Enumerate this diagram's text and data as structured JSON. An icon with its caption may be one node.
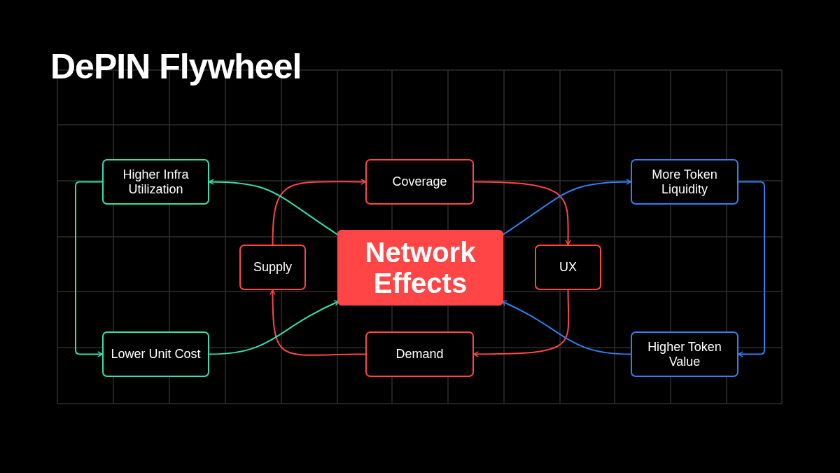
{
  "diagram": {
    "title": "DePIN Flywheel",
    "nodes": [
      {
        "text": [
          "Higher Infra Utilization"
        ]
      },
      {
        "text": [
          "Coverage"
        ]
      },
      {
        "text": [
          "More Token Liquidity"
        ]
      },
      {
        "text": [
          "Supply"
        ]
      },
      {
        "text": [
          "Network Effects"
        ]
      },
      {
        "text": [
          "UX"
        ]
      },
      {
        "text": [
          "Lower Unit Cost"
        ]
      },
      {
        "text": [
          "Demand"
        ]
      },
      {
        "text": [
          "Higher Token Value"
        ]
      }
    ],
    "edges": [
      {
        "from": 3,
        "to": 1,
        "arrow": "to"
      },
      {
        "from": 1,
        "to": 5,
        "arrow": "to"
      },
      {
        "from": 5,
        "to": 7,
        "arrow": "to"
      },
      {
        "from": 7,
        "to": 3,
        "arrow": "to"
      },
      {
        "from": 4,
        "to": 0,
        "arrow": "to",
        "color": "#34e0b0"
      },
      {
        "from": 0,
        "to": 6,
        "arrow": "to",
        "color": "#34e0b0"
      },
      {
        "from": 6,
        "to": 4,
        "arrow": "to",
        "color": "#34e0b0"
      },
      {
        "from": 4,
        "to": 2,
        "arrow": "to",
        "color": "#2f80f0"
      },
      {
        "from": 2,
        "to": 8,
        "arrow": "to",
        "color": "#2f80f0"
      },
      {
        "from": 8,
        "to": 4,
        "arrow": "to",
        "color": "#2f80f0"
      }
    ]
  }
}
